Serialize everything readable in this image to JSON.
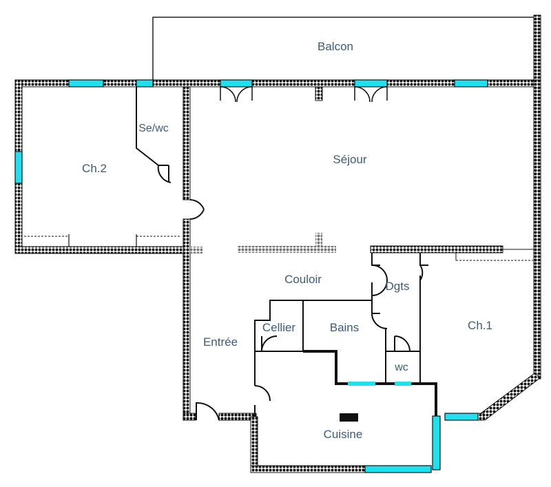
{
  "rooms": {
    "balcon": "Balcon",
    "ch2": "Ch.2",
    "sewc": "Se/wc",
    "sejour": "Séjour",
    "couloir": "Couloir",
    "dgts": "Dgts",
    "cellier": "Cellier",
    "bains": "Bains",
    "entree": "Entrée",
    "ch1": "Ch.1",
    "wc": "wc",
    "cuisine": "Cuisine"
  },
  "colors": {
    "window": "#22dfee",
    "wall": "#111111",
    "label": "#3d5b7a"
  }
}
